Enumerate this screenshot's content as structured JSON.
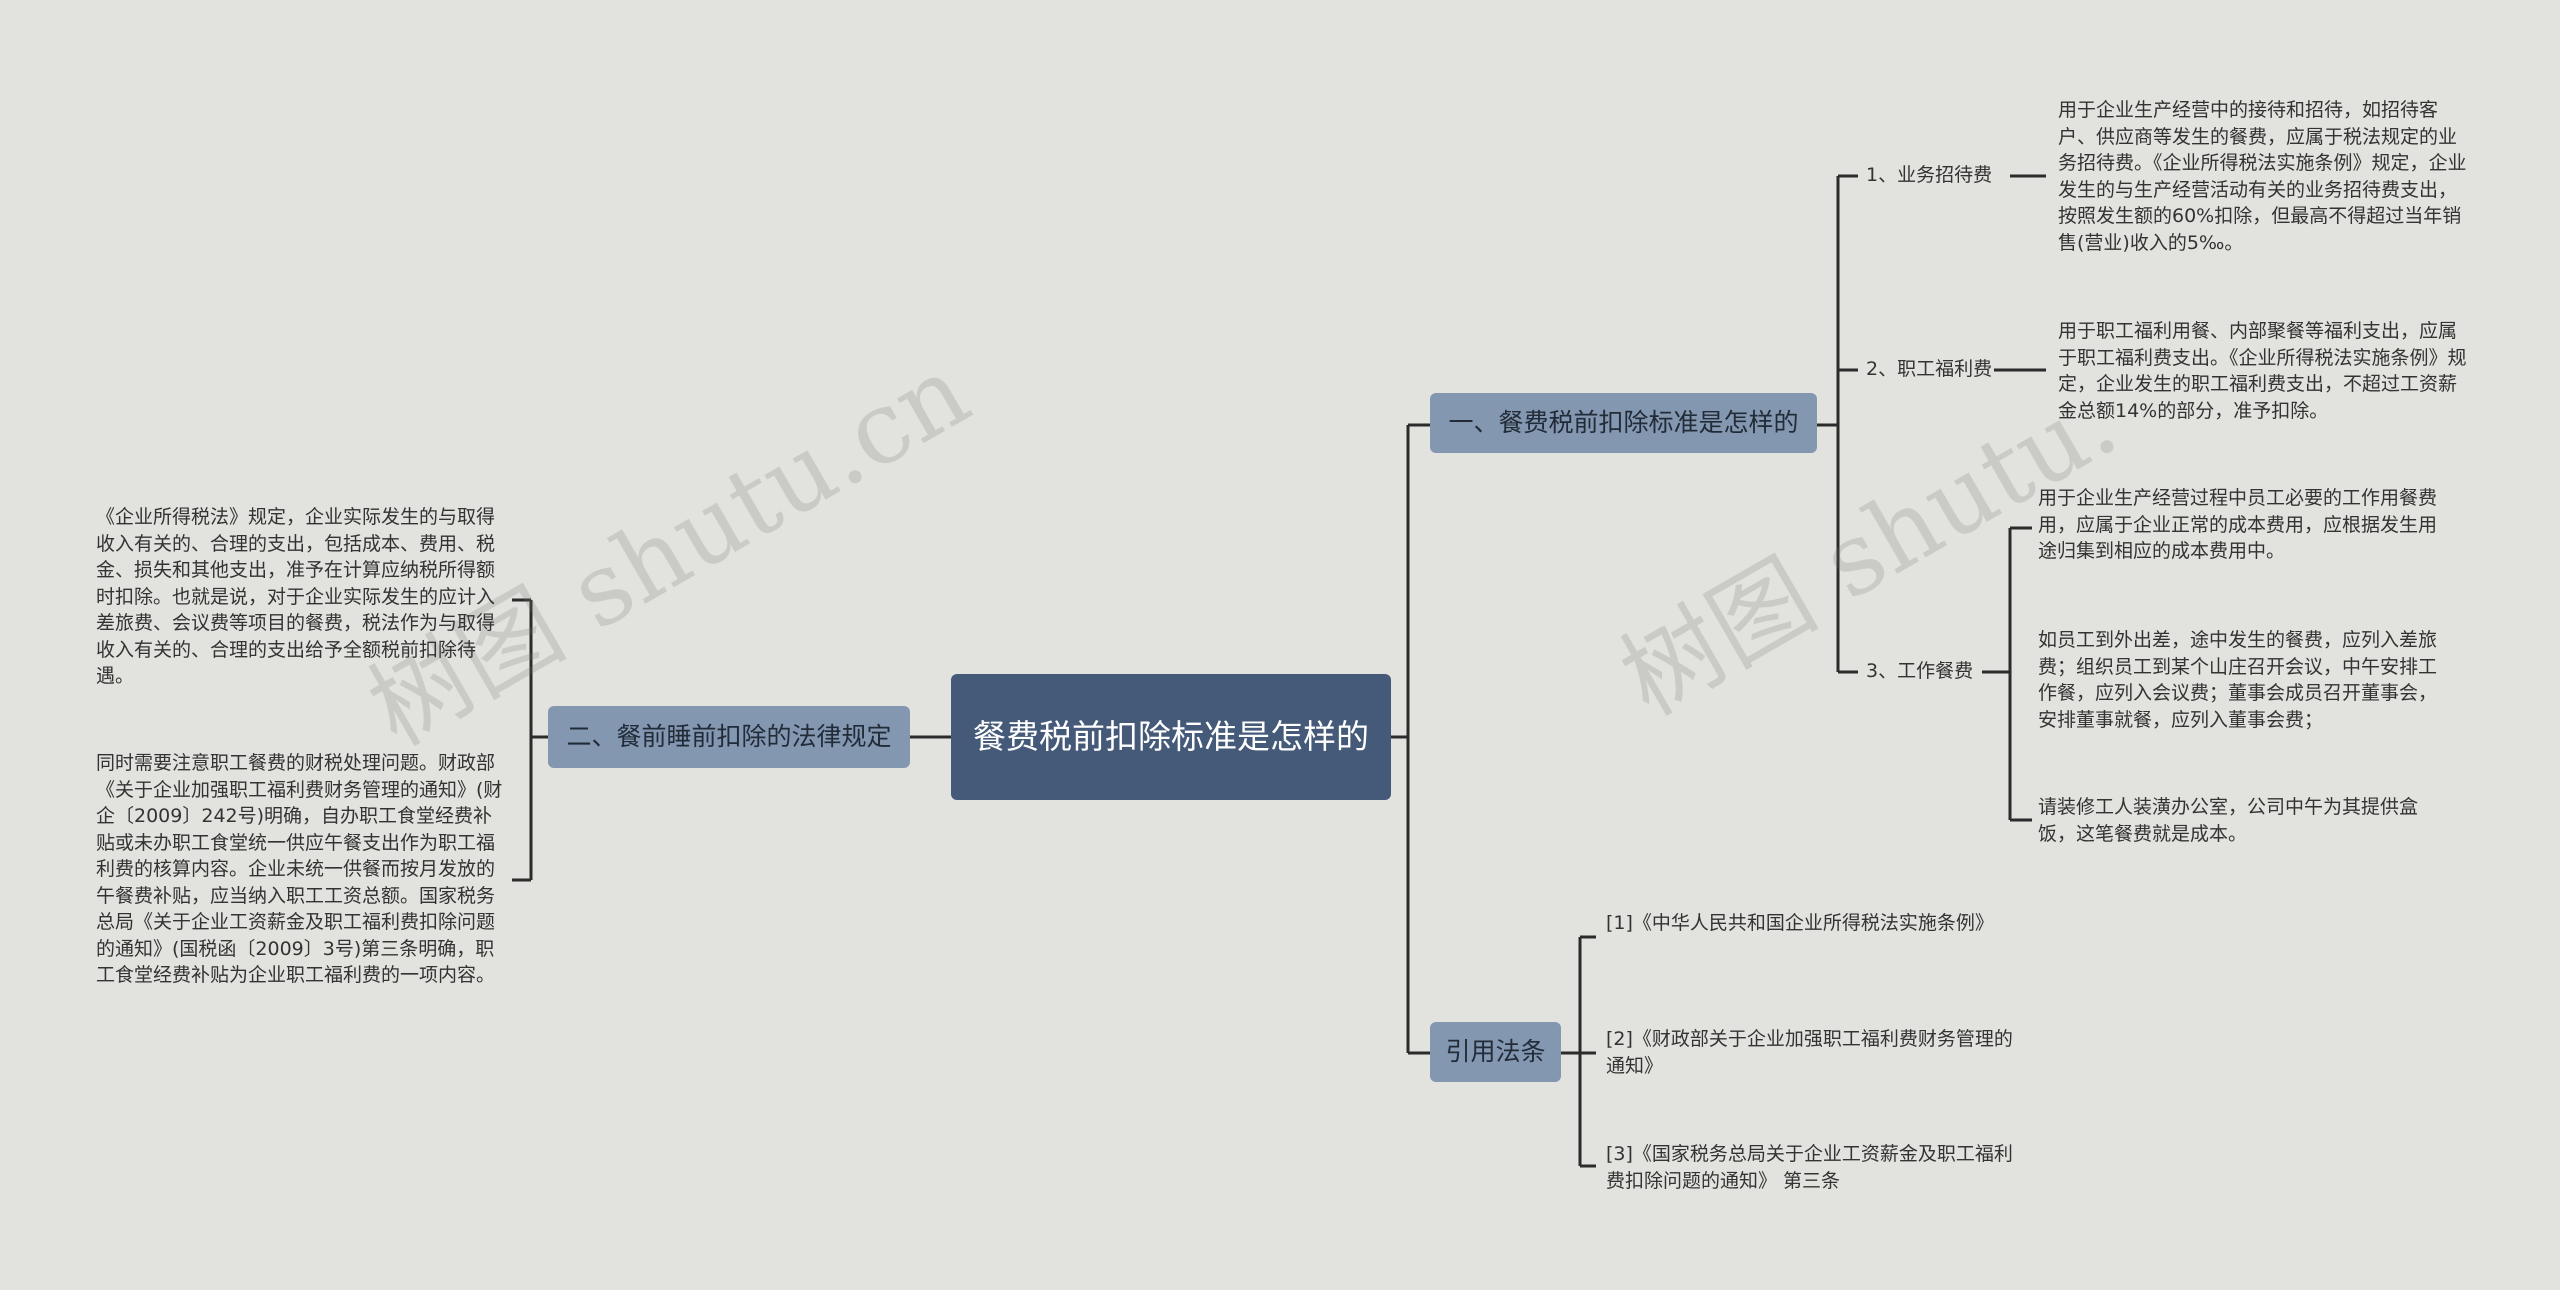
{
  "root": {
    "title": "餐费税前扣除标准是怎样的"
  },
  "branches": {
    "b1": {
      "label": "一、餐费税前扣除标准是怎样的",
      "subs": {
        "s1": {
          "label": "1、业务招待费",
          "text": "用于企业生产经营中的接待和招待，如招待客户、供应商等发生的餐费，应属于税法规定的业务招待费。《企业所得税法实施条例》规定，企业发生的与生产经营活动有关的业务招待费支出，按照发生额的60%扣除，但最高不得超过当年销售(营业)收入的5‰。"
        },
        "s2": {
          "label": "2、职工福利费",
          "text": "用于职工福利用餐、内部聚餐等福利支出，应属于职工福利费支出。《企业所得税法实施条例》规定，企业发生的职工福利费支出，不超过工资薪金总额14%的部分，准予扣除。"
        },
        "s3": {
          "label": "3、工作餐费",
          "items": [
            "用于企业生产经营过程中员工必要的工作用餐费用，应属于企业正常的成本费用，应根据发生用途归集到相应的成本费用中。",
            "如员工到外出差，途中发生的餐费，应列入差旅费；组织员工到某个山庄召开会议，中午安排工作餐，应列入会议费；董事会成员召开董事会，安排董事就餐，应列入董事会费；",
            "请装修工人装潢办公室，公司中午为其提供盒饭，这笔餐费就是成本。"
          ]
        }
      }
    },
    "b2": {
      "label": "二、餐前睡前扣除的法律规定",
      "items": [
        "《企业所得税法》规定，企业实际发生的与取得收入有关的、合理的支出，包括成本、费用、税金、损失和其他支出，准予在计算应纳税所得额时扣除。也就是说，对于企业实际发生的应计入差旅费、会议费等项目的餐费，税法作为与取得收入有关的、合理的支出给予全额税前扣除待遇。",
        "同时需要注意职工餐费的财税处理问题。财政部《关于企业加强职工福利费财务管理的通知》(财企〔2009〕242号)明确，自办职工食堂经费补贴或未办职工食堂统一供应午餐支出作为职工福利费的核算内容。企业未统一供餐而按月发放的午餐费补贴，应当纳入职工工资总额。国家税务总局《关于企业工资薪金及职工福利费扣除问题的通知》(国税函〔2009〕3号)第三条明确，职工食堂经费补贴为企业职工福利费的一项内容。"
      ]
    },
    "b3": {
      "label": "引用法条",
      "items": [
        "[1]《中华人民共和国企业所得税法实施条例》",
        "[2]《财政部关于企业加强职工福利费财务管理的通知》",
        "[3]《国家税务总局关于企业工资薪金及职工福利费扣除问题的通知》 第三条"
      ]
    }
  },
  "watermarks": [
    "树图 shutu.cn",
    "树图 shutu."
  ],
  "colors": {
    "background": "#e2e2de",
    "root": "#445a78",
    "branch": "#8497b1",
    "line": "#2b2b2b"
  }
}
